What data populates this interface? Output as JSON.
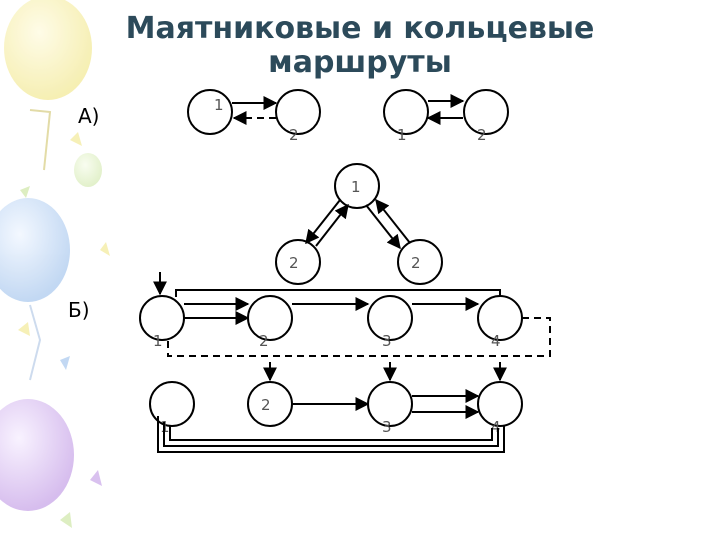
{
  "title": {
    "line1": "Маятниковые и кольцевые",
    "line2": "маршруты"
  },
  "sections": {
    "a": "А)",
    "b": "Б)"
  },
  "nodes": {
    "a1_left": "1",
    "a1_right": "2",
    "a2_left": "1",
    "a2_right": "2",
    "tri_top": "1",
    "tri_left": "2",
    "tri_right": "2",
    "b1_n1": "1",
    "b1_n2": "2",
    "b1_n3": "3",
    "b1_n4": "4",
    "b2_n1": "1",
    "b2_n2": "2",
    "b2_n3": "3",
    "b2_n4": "4"
  },
  "colors": {
    "title": "#2c4a5a",
    "line": "#000000",
    "balloon_purple": "#c9a7e8",
    "balloon_blue": "#a9c8ee",
    "balloon_yellow": "#f3ea9a",
    "balloon_green": "#cfe7a8"
  }
}
